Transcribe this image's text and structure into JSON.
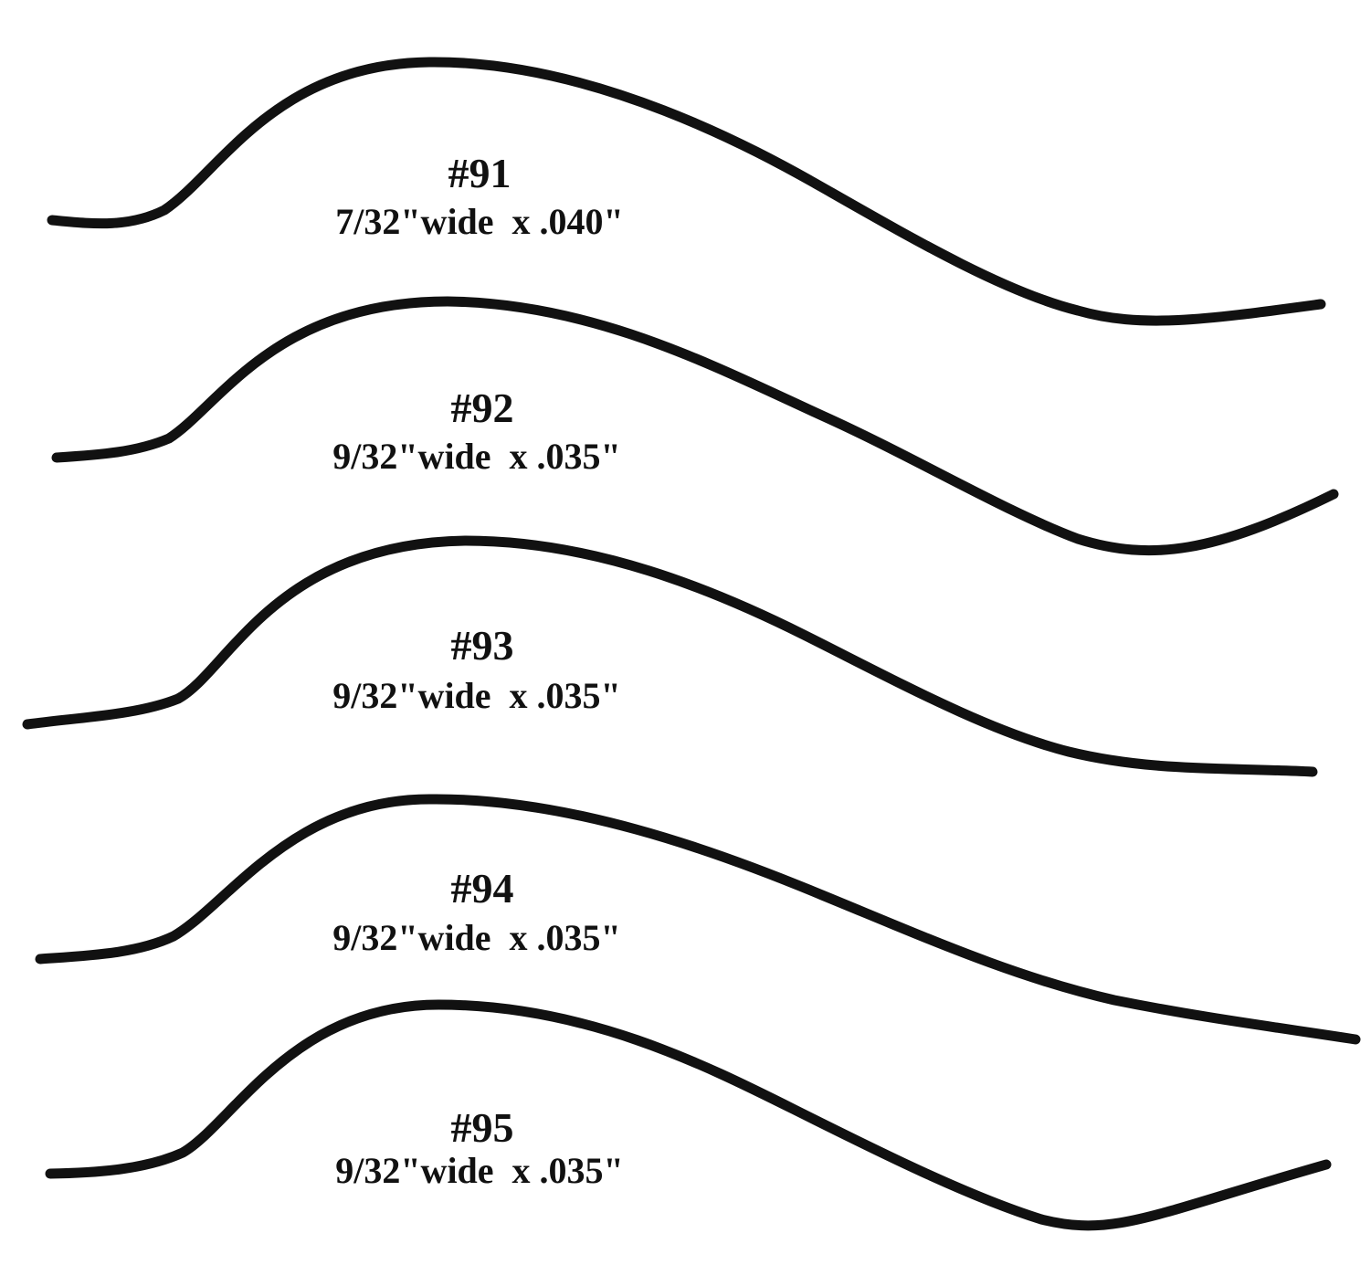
{
  "profiles": [
    {
      "id": "#91",
      "dimensions": "7/32\"wide  x .040\""
    },
    {
      "id": "#92",
      "dimensions": "9/32\"wide  x .035\""
    },
    {
      "id": "#93",
      "dimensions": "9/32\"wide  x .035\""
    },
    {
      "id": "#94",
      "dimensions": "9/32\"wide  x .035\""
    },
    {
      "id": "#95",
      "dimensions": "9/32\"wide  x .035\""
    }
  ],
  "colors": {
    "ink": "#111111",
    "background": "#ffffff"
  }
}
